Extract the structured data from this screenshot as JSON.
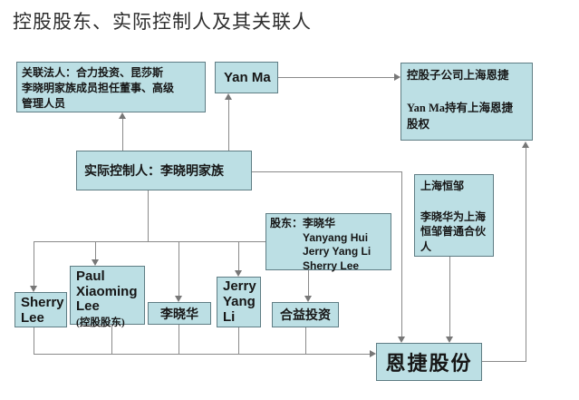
{
  "title": "控股股东、实际控制人及其关联人",
  "colors": {
    "box_fill": "#bcdfe4",
    "box_border": "#5f7d84",
    "connector": "#8a8a8a",
    "text": "#161616"
  },
  "nodes": {
    "related_legal_persons": "关联法人：合力投资、昆莎斯\n李晓明家族成员担任董事、高级\n管理人员",
    "yan_ma": "Yan Ma",
    "holding_subsidiary": "控股子公司上海恩捷\n\nYan Ma持有上海恩捷\n股权",
    "actual_controller": "实际控制人：李晓明家族",
    "shanghai_hengzou": "上海恒邹\n\n李晓华为上海\n恒邹普通合伙\n人",
    "shareholders": {
      "prefix": "股东：",
      "names": "李晓华\nYanyang Hui\nJerry Yang Li\nSherry Lee"
    },
    "sherry_lee": "Sherry\nLee",
    "paul_lee": {
      "name": "Paul\nXiaoming\nLee",
      "role": "(控股股东)"
    },
    "li_xiaohua": "李晓华",
    "jerry_yang_li": "Jerry\nYang\nLi",
    "heyi_investment": "合益投资",
    "enjie_shares": "恩捷股份"
  }
}
